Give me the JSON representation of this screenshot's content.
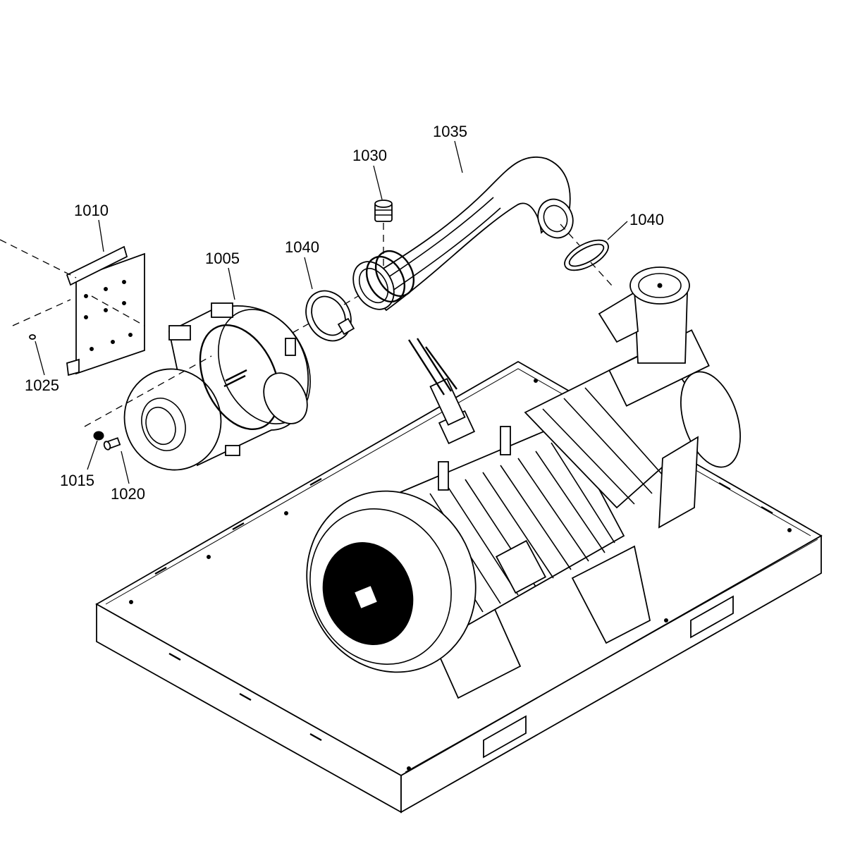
{
  "callouts": {
    "c1005": "1005",
    "c1010": "1010",
    "c1015": "1015",
    "c1020": "1020",
    "c1025": "1025",
    "c1030": "1030",
    "c1035": "1035",
    "c1040_left": "1040",
    "c1040_right": "1040"
  },
  "colors": {
    "line": "#000000",
    "background": "#ffffff"
  }
}
